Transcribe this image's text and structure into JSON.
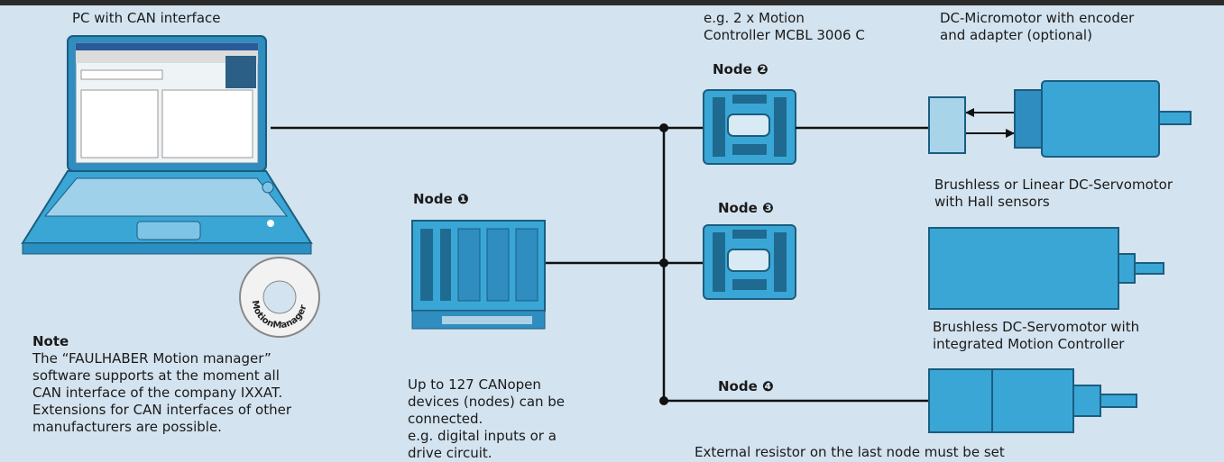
{
  "labels": {
    "pc": "PC with CAN interface",
    "controllers": "e.g. 2 x Motion\nController MCBL 3006 C",
    "micromotor": "DC-Micromotor with encoder\nand adapter (optional)",
    "brushless_linear": "Brushless or Linear DC-Servomotor\nwith Hall sensors",
    "brushless_integrated": "Brushless DC-Servomotor with\nintegrated Motion Controller",
    "cd": "MotionManager"
  },
  "nodes": {
    "n1": "Node ❶",
    "n2": "Node ❷",
    "n3": "Node ❸",
    "n4": "Node ❹"
  },
  "note": {
    "title": "Note",
    "body": "The “FAULHABER Motion manager”\nsoftware supports at the moment all\nCAN interface of the company IXXAT.\nExtensions for CAN interfaces of other\nmanufacturers are possible."
  },
  "canopen_text": "Up to 127 CANopen\ndevices (nodes) can be\nconnected.\ne.g. digital inputs or a\ndrive circuit.",
  "resistor_text": "External resistor on the last node must be set",
  "colors": {
    "background": "#d3e3ef",
    "device_blue": "#3aa6d6",
    "line": "#111111"
  }
}
